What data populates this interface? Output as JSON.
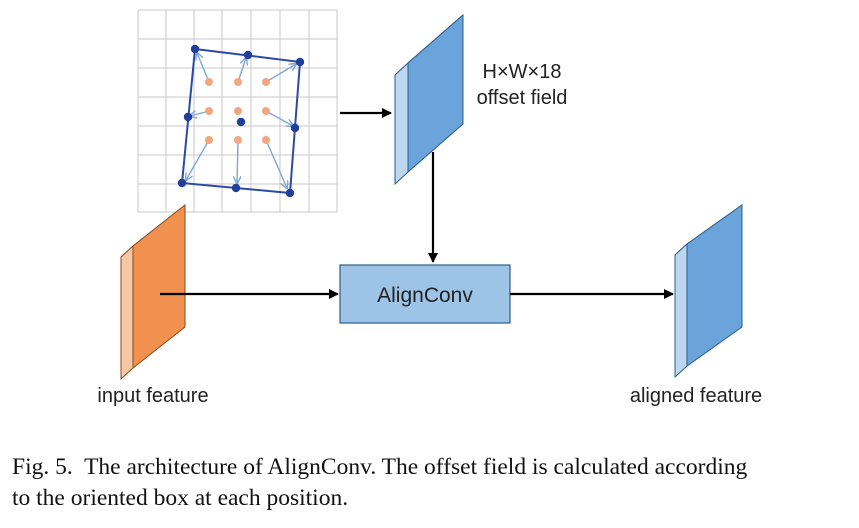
{
  "diagram": {
    "offset_dims_label": "H×W×18",
    "offset_field_label": "offset field",
    "alignconv_label": "AlignConv",
    "input_feature_label": "input feature",
    "aligned_feature_label": "aligned feature"
  },
  "caption": {
    "figure_number": "Fig. 5.",
    "line1": "The architecture of AlignConv. The offset field is calculated according",
    "line2": "to the oriented box at each position."
  },
  "colors": {
    "input_feature_front": "#f0914f",
    "input_feature_side": "#f7c6a3",
    "feature_blue_front": "#6aa4da",
    "feature_blue_side": "#bcd7ef",
    "alignconv_fill": "#9dc3e6",
    "alignconv_stroke": "#2e5c8a",
    "grid_line": "#c8c8c8",
    "sample_point": "#f2a77e",
    "box_point": "#1f3f99",
    "offset_arrow": "#7fa6d8"
  }
}
